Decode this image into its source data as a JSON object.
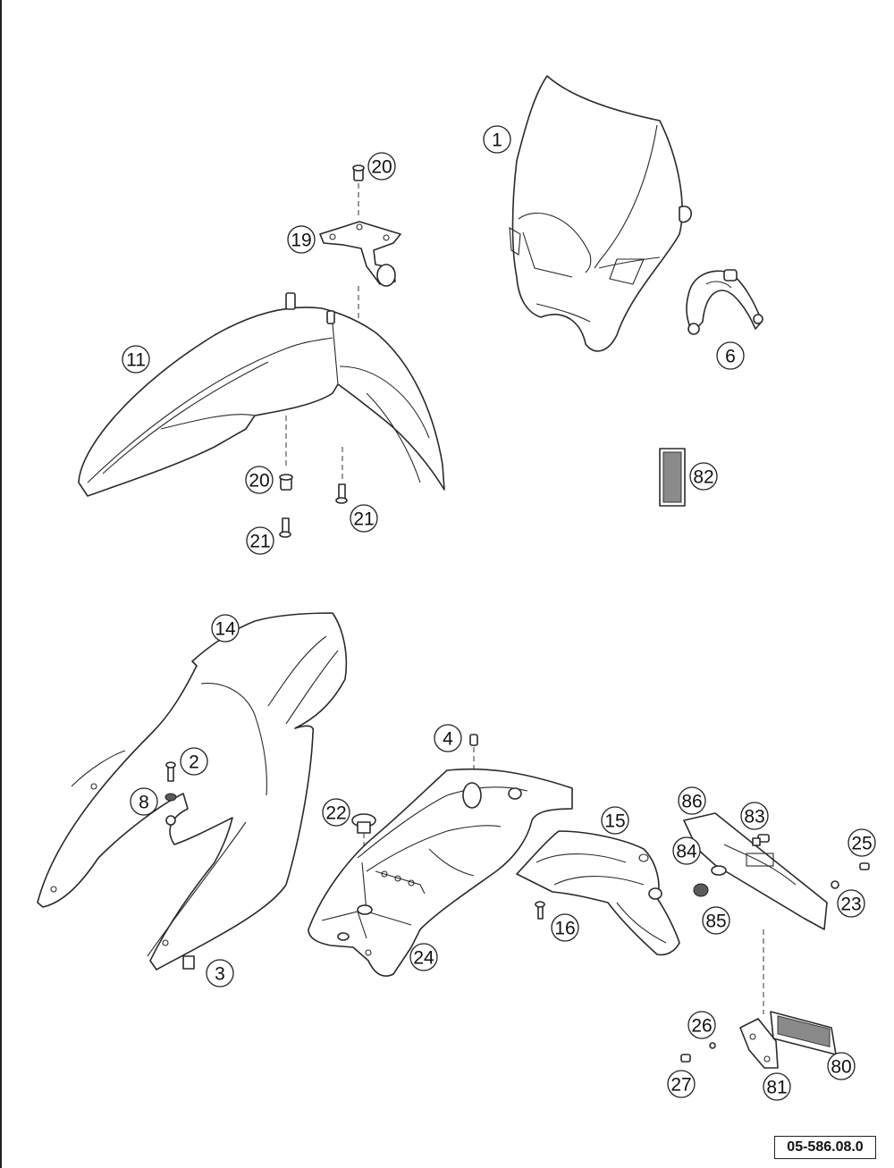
{
  "diagram": {
    "reference_code": "05-586.08.0",
    "callouts": [
      {
        "id": "c1",
        "label": "1"
      },
      {
        "id": "c6",
        "label": "6"
      },
      {
        "id": "c20a",
        "label": "20"
      },
      {
        "id": "c19",
        "label": "19"
      },
      {
        "id": "c11",
        "label": "11"
      },
      {
        "id": "c20b",
        "label": "20"
      },
      {
        "id": "c21a",
        "label": "21"
      },
      {
        "id": "c21b",
        "label": "21"
      },
      {
        "id": "c82",
        "label": "82"
      },
      {
        "id": "c14",
        "label": "14"
      },
      {
        "id": "c2",
        "label": "2"
      },
      {
        "id": "c8",
        "label": "8"
      },
      {
        "id": "c3",
        "label": "3"
      },
      {
        "id": "c4",
        "label": "4"
      },
      {
        "id": "c22",
        "label": "22"
      },
      {
        "id": "c24",
        "label": "24"
      },
      {
        "id": "c15",
        "label": "15"
      },
      {
        "id": "c16",
        "label": "16"
      },
      {
        "id": "c86",
        "label": "86"
      },
      {
        "id": "c83",
        "label": "83"
      },
      {
        "id": "c84",
        "label": "84"
      },
      {
        "id": "c85",
        "label": "85"
      },
      {
        "id": "c25",
        "label": "25"
      },
      {
        "id": "c23",
        "label": "23"
      },
      {
        "id": "c26",
        "label": "26"
      },
      {
        "id": "c27",
        "label": "27"
      },
      {
        "id": "c80",
        "label": "80"
      },
      {
        "id": "c81",
        "label": "81"
      }
    ]
  }
}
